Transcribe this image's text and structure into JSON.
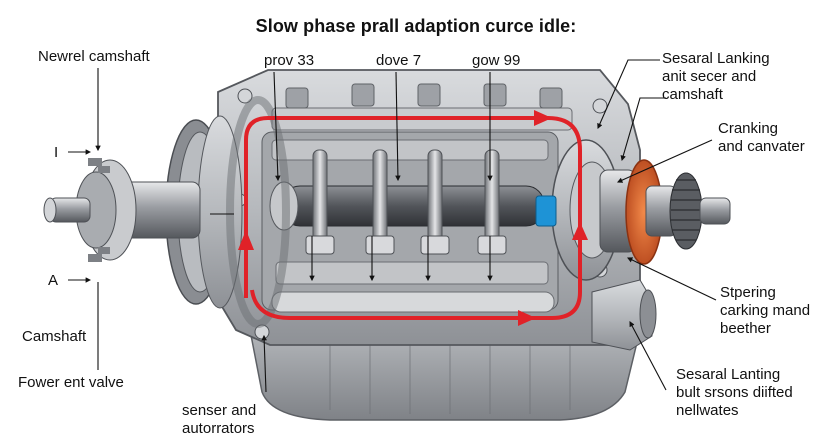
{
  "title": "Slow phase prall adaption curce idle:",
  "top_labels": [
    "prov 33",
    "dove 7",
    "gow 99"
  ],
  "left_labels": {
    "newrel": "Newrel camshaft",
    "i_marker": "I",
    "a_marker": "A",
    "camshaft": "Camshaft",
    "fower": "Fower ent valve"
  },
  "bottom_label": [
    "senser and",
    "autorrators"
  ],
  "right_labels": {
    "sesaral_lanking": [
      "Sesaral Lanking",
      "anit secer and",
      "camshaft"
    ],
    "cranking": [
      "Cranking",
      "and canvater"
    ],
    "stpering": [
      "Stpering",
      "carking mand",
      "beether"
    ],
    "sesaral_lanting": [
      "Sesaral Lanting",
      "bult srsons diifted",
      "nellwates"
    ]
  },
  "colors": {
    "flow_arrow": "#e02228",
    "casting": "#b9bcc0",
    "pulley": "#e0652a",
    "sensor": "#1e93d6",
    "leader_line": "#111111"
  }
}
